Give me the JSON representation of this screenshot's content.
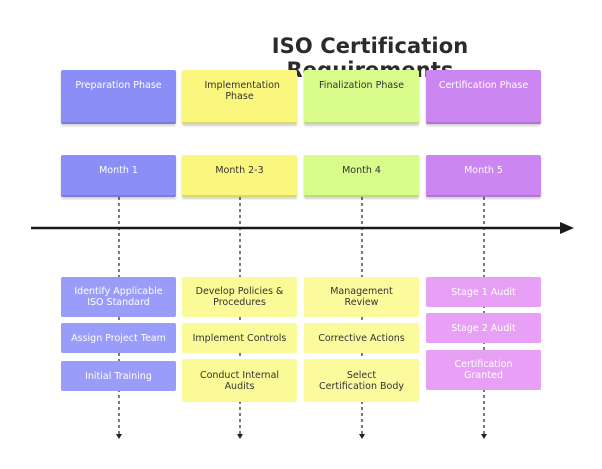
{
  "title": "ISO Certification Requirements",
  "phases": [
    {
      "label": "Preparation Phase",
      "color": "#8c8ef7"
    },
    {
      "label": "Implementation Phase",
      "color": "#fbf77e"
    },
    {
      "label": "Finalization Phase",
      "color": "#d8fb8c"
    },
    {
      "label": "Certification Phase",
      "color": "#cc86f2"
    }
  ],
  "months": [
    {
      "label": "Month 1",
      "color": "#8c8ef7"
    },
    {
      "label": "Month 2-3",
      "color": "#fbf77e"
    },
    {
      "label": "Month 4",
      "color": "#d8fb8c"
    },
    {
      "label": "Month 5",
      "color": "#cc86f2"
    }
  ],
  "tasks": [
    [
      "Identify Applicable ISO Standard",
      "Assign Project Team",
      "Initial Training"
    ],
    [
      "Develop Policies & Procedures",
      "Implement Controls",
      "Conduct Internal Audits"
    ],
    [
      "Management Review",
      "Corrective Actions",
      "Select Certification Body"
    ],
    [
      "Stage 1 Audit",
      "Stage 2 Audit",
      "Certification Granted"
    ]
  ]
}
